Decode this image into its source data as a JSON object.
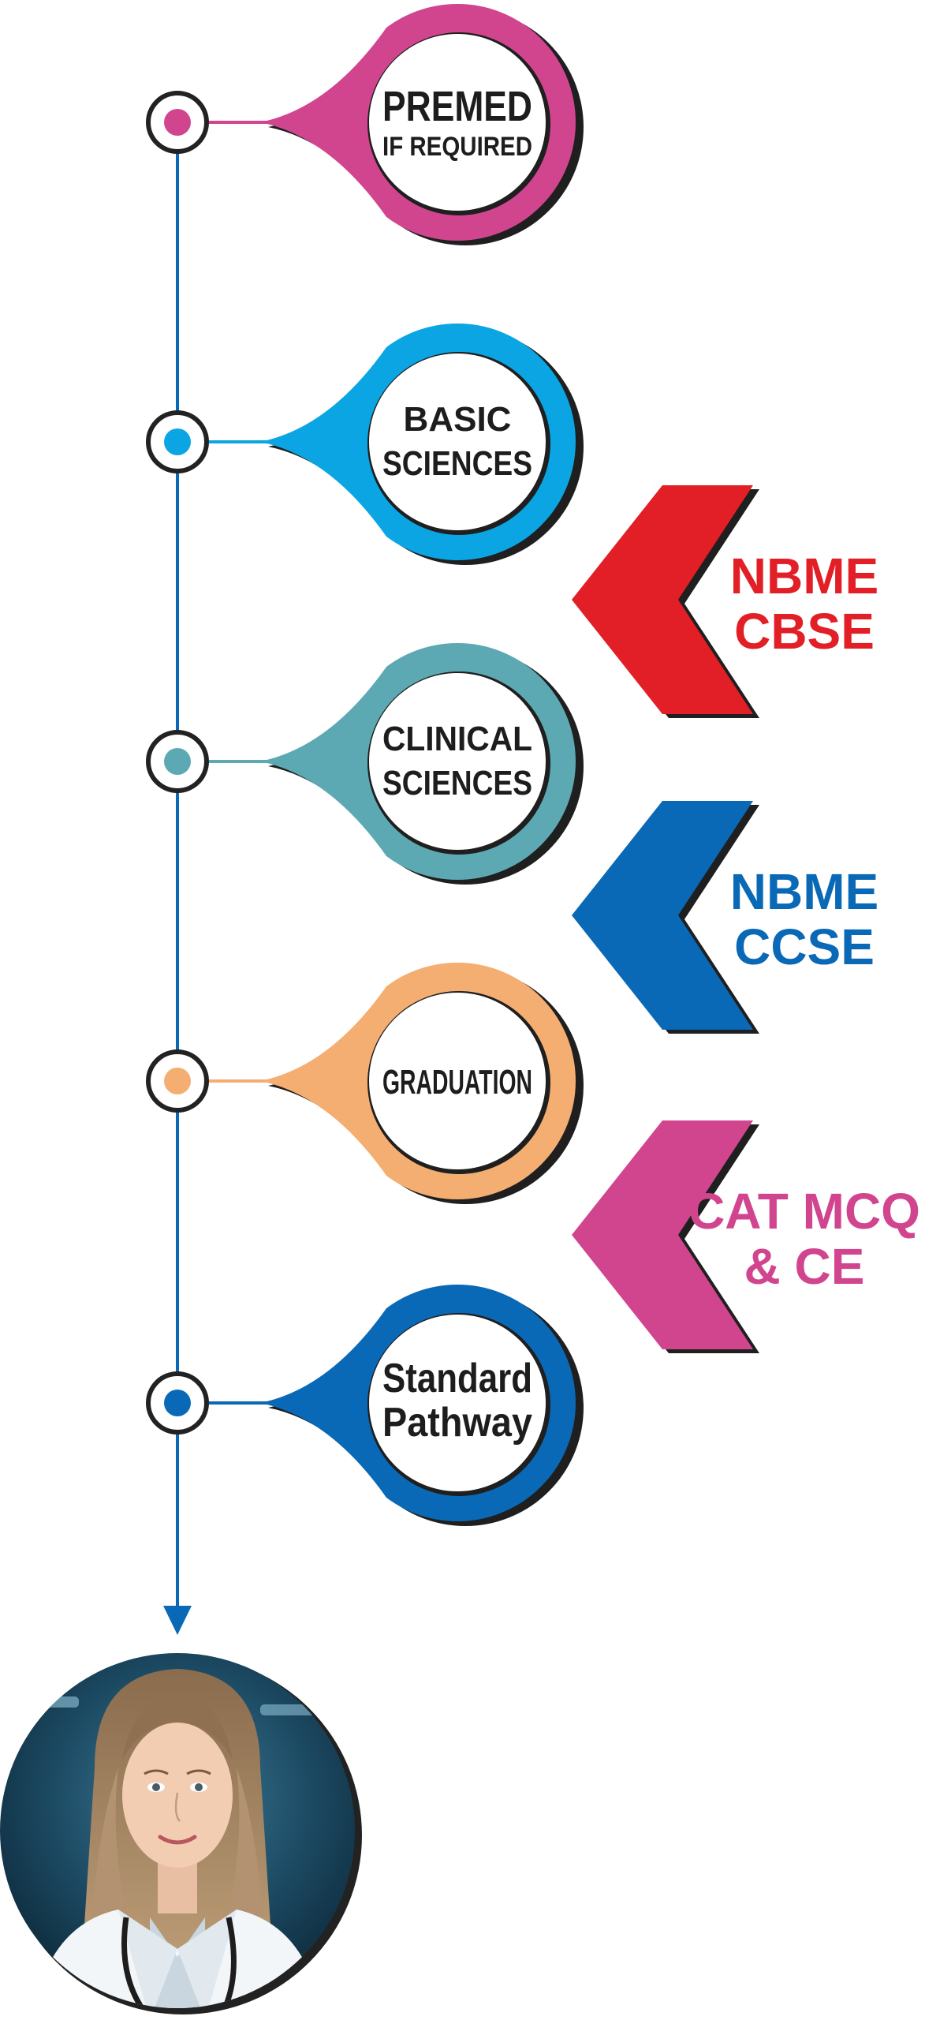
{
  "stages": [
    {
      "line1": "PREMED",
      "line2": "IF REQUIRED",
      "color": "#D1458F"
    },
    {
      "line1": "BASIC",
      "line2": "SCIENCES",
      "color": "#0AA5E2"
    },
    {
      "line1": "CLINICAL",
      "line2": "SCIENCES",
      "color": "#5DA9B3"
    },
    {
      "line1": "GRADUATION",
      "line2": "",
      "color": "#F4AE72"
    },
    {
      "line1": "Standard",
      "line2": "Pathway",
      "color": "#0A69B6"
    }
  ],
  "exams": [
    {
      "line1": "NBME",
      "line2": "CBSE",
      "color": "#E21E26"
    },
    {
      "line1": "NBME",
      "line2": "CCSE",
      "color": "#0A69B6"
    },
    {
      "line1": "CAT MCQ",
      "line2": "& CE",
      "color": "#D1458F"
    }
  ],
  "timeline": {
    "line_color": "#0A69B6",
    "node_ring_color": "#222222"
  },
  "avatar": {
    "icon": "doctor-portrait-photo"
  }
}
